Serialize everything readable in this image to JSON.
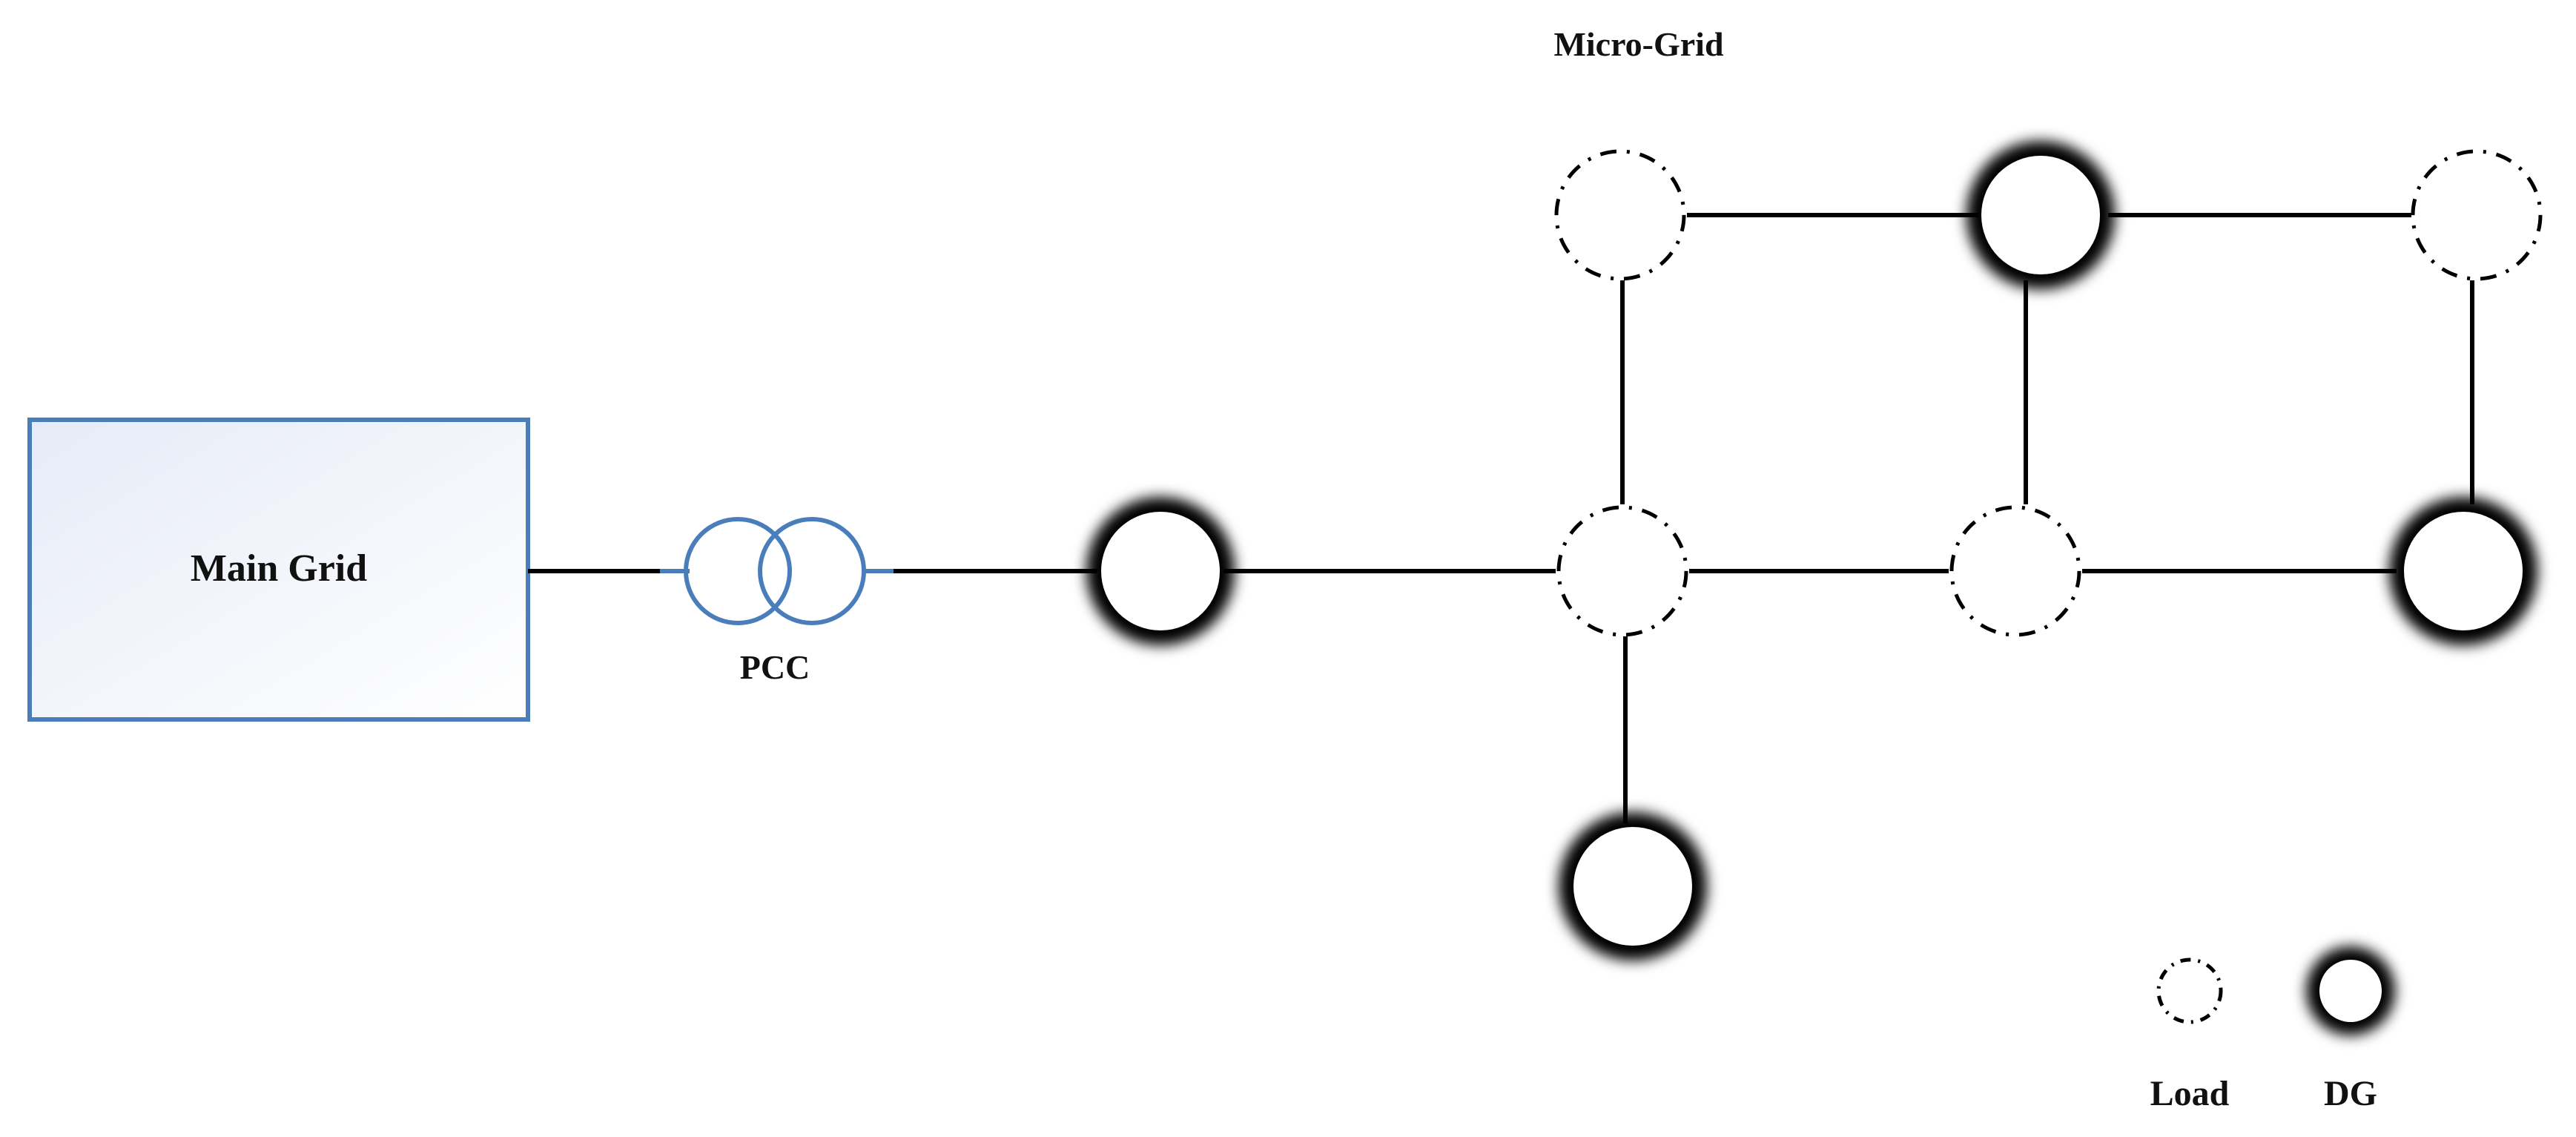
{
  "title": "Micro-Grid",
  "main_grid": {
    "label": "Main Grid",
    "border_color": "#4a7ebb",
    "fill_color": "#eef2fb"
  },
  "pcc": {
    "label": "PCC",
    "color": "#4a7ebb"
  },
  "legend": {
    "load_label": "Load",
    "dg_label": "DG"
  },
  "node_types": {
    "load": {
      "style": "dash-dot circle",
      "color": "#000000"
    },
    "dg": {
      "style": "solid circle with dark glow",
      "color": "#000000"
    }
  }
}
